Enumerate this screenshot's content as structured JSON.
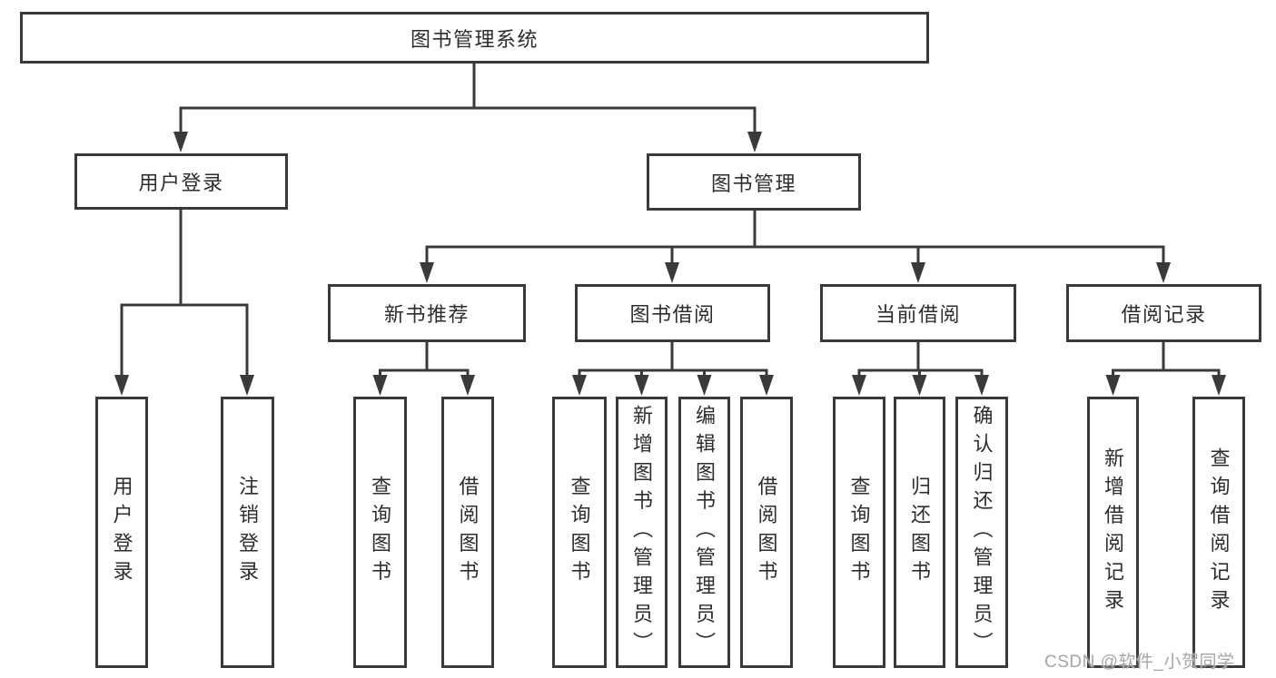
{
  "root": {
    "label": "图书管理系统"
  },
  "branches": {
    "user_login": {
      "label": "用户登录",
      "children": [
        {
          "label": "用户登录"
        },
        {
          "label": "注销登录"
        }
      ]
    },
    "book_mgmt": {
      "label": "图书管理",
      "sections": {
        "new_book_rec": {
          "label": "新书推荐",
          "children": [
            {
              "label": "查询图书"
            },
            {
              "label": "借阅图书"
            }
          ]
        },
        "book_borrow": {
          "label": "图书借阅",
          "children": [
            {
              "label": "查询图书"
            },
            {
              "label": "新增图书（管理员）"
            },
            {
              "label": "编辑图书（管理员）"
            },
            {
              "label": "借阅图书"
            }
          ]
        },
        "current_borrow": {
          "label": "当前借阅",
          "children": [
            {
              "label": "查询图书"
            },
            {
              "label": "归还图书"
            },
            {
              "label": "确认归还（管理员）"
            }
          ]
        },
        "borrow_records": {
          "label": "借阅记录",
          "children": [
            {
              "label": "新增借阅记录"
            },
            {
              "label": "查询借阅记录"
            }
          ]
        }
      }
    }
  },
  "watermark": {
    "text": "CSDN @软件_小贺同学"
  },
  "colors": {
    "line": "#3a3a3a",
    "box_border": "#3a3a3a",
    "box_fill": "#ffffff",
    "text": "#2d2d2d",
    "watermark": "#a6a6a6",
    "background": "#ffffff"
  }
}
